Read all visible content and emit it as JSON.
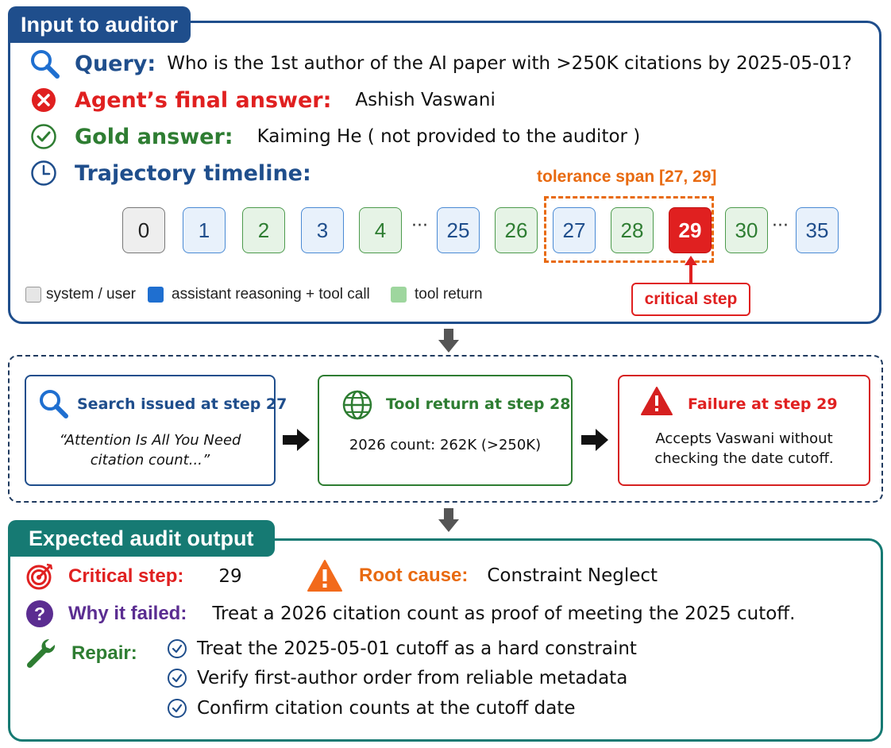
{
  "panel_input": {
    "title": "Input to auditor",
    "query_label": "Query:",
    "query_value": "Who is the 1st author of the AI paper with >250K citations by 2025-05-01?",
    "agent_label": "Agent’s final answer:",
    "agent_value": "Ashish Vaswani",
    "gold_label": "Gold answer:",
    "gold_value": "Kaiming He ( not provided to the auditor )",
    "timeline_label": "Trajectory timeline:",
    "tolerance_label": "tolerance span [27, 29]",
    "critical_label": "critical step",
    "steps": [
      {
        "n": "0",
        "kind": "system"
      },
      {
        "n": "1",
        "kind": "assistant"
      },
      {
        "n": "2",
        "kind": "tool"
      },
      {
        "n": "3",
        "kind": "assistant"
      },
      {
        "n": "4",
        "kind": "tool"
      },
      {
        "n": "25",
        "kind": "assistant"
      },
      {
        "n": "26",
        "kind": "tool"
      },
      {
        "n": "27",
        "kind": "assistant"
      },
      {
        "n": "28",
        "kind": "tool"
      },
      {
        "n": "29",
        "kind": "critical"
      },
      {
        "n": "30",
        "kind": "tool"
      },
      {
        "n": "35",
        "kind": "assistant"
      }
    ],
    "ellipsis": "···",
    "legend": {
      "system": "system / user",
      "assistant": "assistant reasoning + tool call",
      "tool": "tool return"
    }
  },
  "panel_steps": {
    "search_title": "Search issued at step 27",
    "search_body_1": "“Attention Is All You Need",
    "search_body_2": "citation count...”",
    "tool_title": "Tool return at step 28",
    "tool_body": "2026 count: 262K (>250K)",
    "fail_title": "Failure at step 29",
    "fail_body_1": "Accepts Vaswani without",
    "fail_body_2": "checking the date cutoff."
  },
  "panel_output": {
    "title": "Expected audit output",
    "critical_label": "Critical step:",
    "critical_value": "29",
    "root_label": "Root cause:",
    "root_value": "Constraint Neglect",
    "why_label": "Why it failed:",
    "why_value": "Treat a 2026 citation count as proof of meeting the 2025 cutoff.",
    "repair_label": "Repair:",
    "repairs": [
      "Treat the 2025-05-01 cutoff as a hard constraint",
      "Verify first-author order from reliable metadata",
      "Confirm citation counts at the cutoff date"
    ]
  },
  "colors": {
    "blue": "#1f4e8c",
    "red": "#e02020",
    "green": "#2e7d32",
    "orange": "#e86a10",
    "purple": "#5b2d91",
    "teal": "#167a73"
  },
  "icons": [
    "search-icon",
    "x-circle-icon",
    "check-circle-icon",
    "clock-icon",
    "globe-icon",
    "warning-icon",
    "target-icon",
    "question-icon",
    "wrench-icon"
  ]
}
